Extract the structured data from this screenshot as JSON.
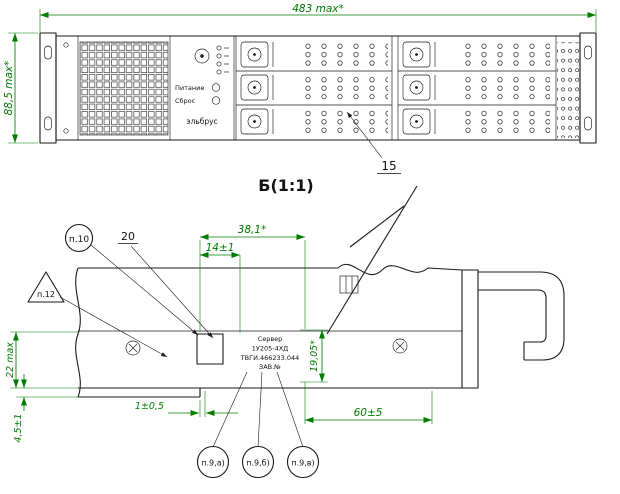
{
  "colors": {
    "dimension": "#007c00",
    "line": "#1a1a1a"
  },
  "front_view": {
    "dim_width": "483 max*",
    "dim_height": "88,5 max*",
    "controls": {
      "power": "Питание",
      "reset": "Сброс",
      "brand": "эльбрус"
    },
    "callout_drive": "15"
  },
  "detail_view": {
    "title": "Б(1:1)",
    "dims": {
      "width_label": "38,1*",
      "offset_label": "14±1",
      "height_label": "22 max",
      "lip_label": "4,5±1",
      "gap_label": "1±0,5",
      "handle_label": "60±5",
      "plate_label": "19,05*",
      "part_label": "20"
    },
    "callouts": {
      "p10": "п.10",
      "p12": "п.12",
      "p9a": "п.9,а)",
      "p9b": "п.9,б)",
      "p9c": "п.9,в)"
    },
    "plate": {
      "line1": "Сервер",
      "line2": "1У205-4ХД",
      "line3": "ТВГИ.466233.044",
      "line4": "ЗАВ.№"
    }
  }
}
